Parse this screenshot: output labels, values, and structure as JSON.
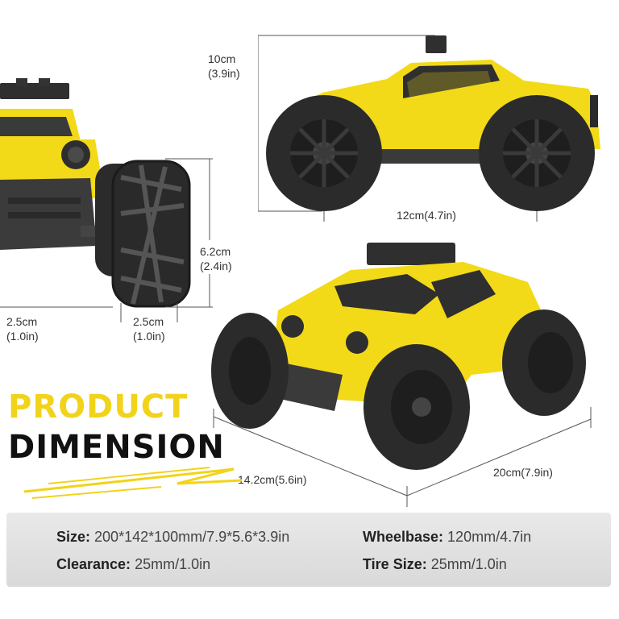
{
  "title": {
    "line1": "PRODUCT",
    "line2": "DIMENSION"
  },
  "colors": {
    "accent": "#F2D31B",
    "body_yellow": "#F2DA18",
    "tire": "#2b2b2b",
    "text": "#222222",
    "panel": "#dedede"
  },
  "dimensions": {
    "height_cm": "10cm",
    "height_in": "(3.9in)",
    "wheelbase_label": "12cm(4.7in)",
    "tire_width_cm": "6.2cm",
    "tire_width_in": "(2.4in)",
    "clearance_cm": "2.5cm",
    "clearance_in": "(1.0in)",
    "tread_cm": "2.5cm",
    "tread_in": "(1.0in)",
    "width_label": "14.2cm(5.6in)",
    "length_label": "20cm(7.9in)"
  },
  "specs": {
    "size_label": "Size:",
    "size_value": "200*142*100mm/7.9*5.6*3.9in",
    "wheelbase_label": "Wheelbase:",
    "wheelbase_value": "120mm/4.7in",
    "clearance_label": "Clearance:",
    "clearance_value": "25mm/1.0in",
    "tire_label": "Tire Size:",
    "tire_value": "25mm/1.0in"
  }
}
